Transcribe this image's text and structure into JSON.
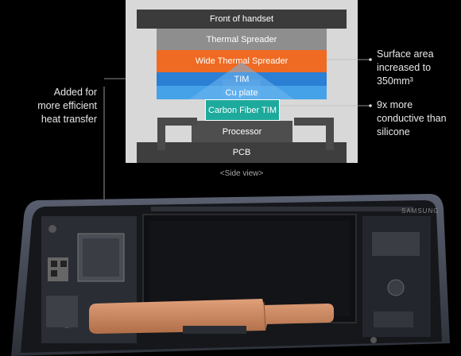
{
  "layers": {
    "front": "Front of handset",
    "thermal_spreader": "Thermal Spreader",
    "wide_thermal_spreader": "Wide Thermal Spreader",
    "tim": "TIM",
    "cu_plate": "Cu plate",
    "carbon_fiber_tim": "Carbon Fiber TIM",
    "processor": "Processor",
    "pcb": "PCB"
  },
  "caption": "<Side view>",
  "annotations": {
    "left": [
      "Added for",
      "more efficient",
      "heat transfer"
    ],
    "surface": [
      "Surface area",
      "increased to",
      "350mm³"
    ],
    "conductive": [
      "9x more",
      "conductive than",
      "silicone"
    ]
  },
  "phone": {
    "brand": "SAMSUNG"
  },
  "colors": {
    "wide_thermal_spreader": "#ef6a22",
    "tim": "#2b7fd4",
    "cu_plate": "#46a2e8",
    "carbon_fiber_tim": "#1daa9d",
    "heat_pipe": "#c8855e"
  }
}
